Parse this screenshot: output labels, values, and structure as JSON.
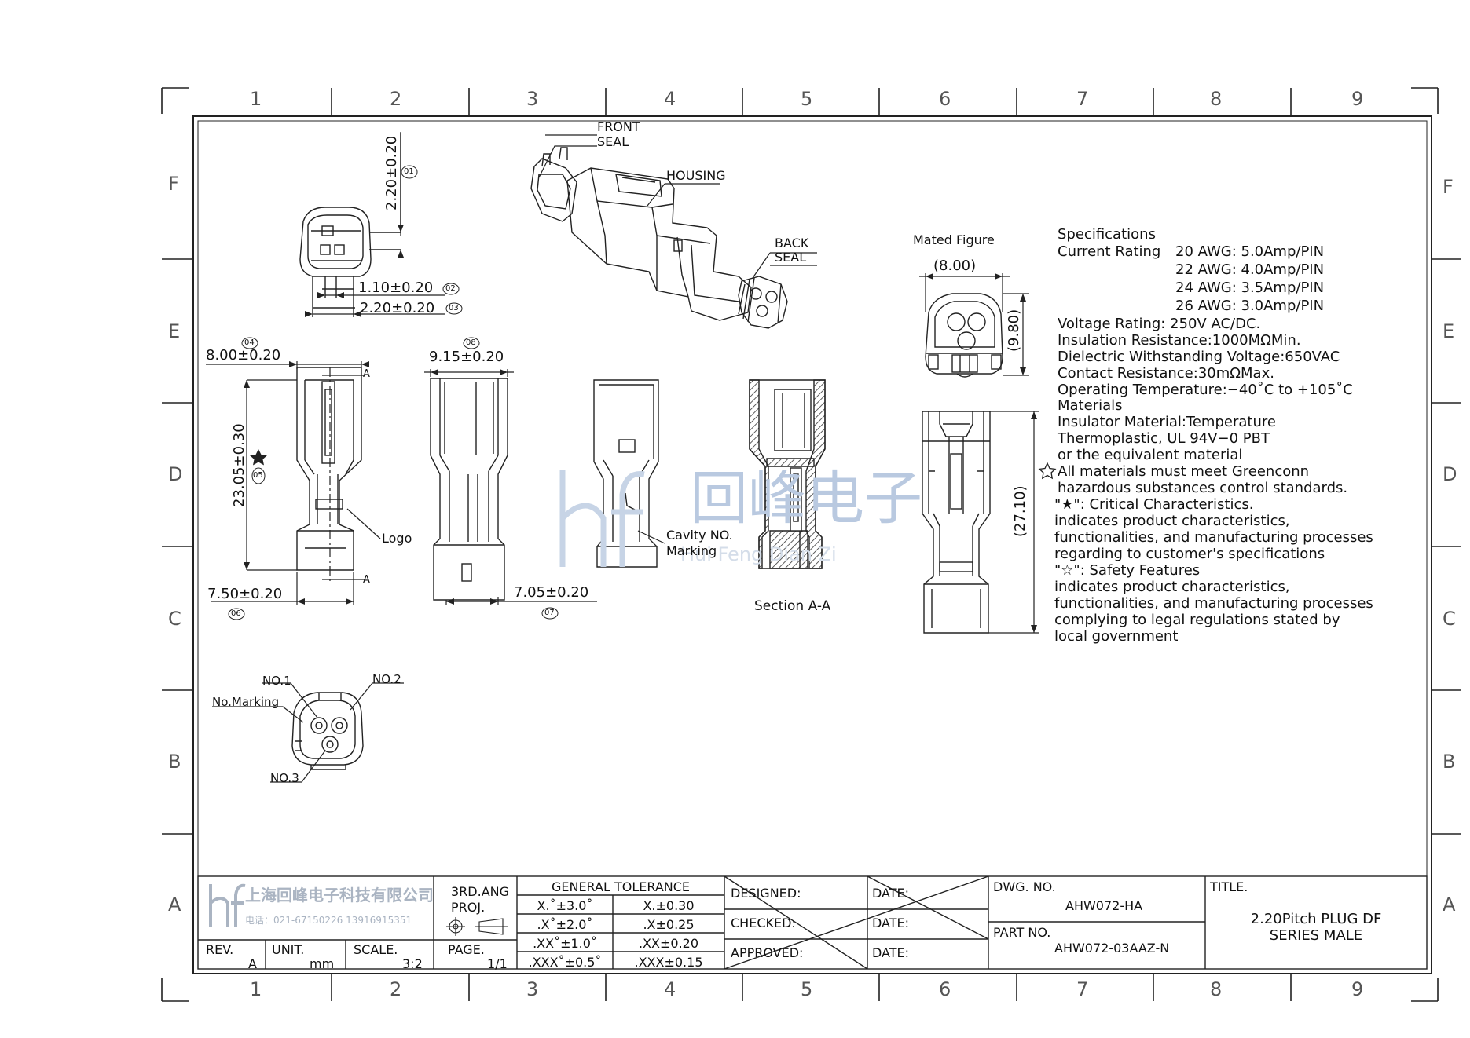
{
  "border": {
    "cols": [
      "1",
      "2",
      "3",
      "4",
      "5",
      "6",
      "7",
      "8",
      "9"
    ],
    "rows": [
      "F",
      "E",
      "D",
      "C",
      "B",
      "A"
    ]
  },
  "labels": {
    "front_seal_1": "FRONT",
    "front_seal_2": "SEAL",
    "housing": "HOUSING",
    "back_seal_1": "BACK",
    "back_seal_2": "SEAL",
    "logo": "Logo",
    "cavity_1": "Cavity NO.",
    "cavity_2": "Marking",
    "section": "Section A-A",
    "mated_figure": "Mated Figure",
    "no1": "NO.1",
    "no2": "NO.2",
    "no3": "NO.3",
    "no_marking": "No.Marking",
    "section_a": "A"
  },
  "dimensions": {
    "d01": "2.20±0.20",
    "d02": "1.10±0.20",
    "d03": "2.20±0.20",
    "d04": "8.00±0.20",
    "d05": "23.05±0.30",
    "d06": "7.50±0.20",
    "d07": "7.05±0.20",
    "d08": "9.15±0.20",
    "mated_w": "(8.00)",
    "mated_h": "(9.80)",
    "mated_len": "(27.10)",
    "b01": "01",
    "b02": "02",
    "b03": "03",
    "b04": "04",
    "b05": "05",
    "b06": "06",
    "b07": "07",
    "b08": "08"
  },
  "specs": {
    "title": "Specifications",
    "current_label": "Current Rating",
    "current": [
      "20 AWG: 5.0Amp/PIN",
      "22 AWG: 4.0Amp/PIN",
      "24 AWG: 3.5Amp/PIN",
      "26 AWG: 3.0Amp/PIN"
    ],
    "voltage": "Voltage Rating: 250V AC/DC.",
    "insulation": "Insulation Resistance:1000MΩMin.",
    "dielectric": "Dielectric Withstanding Voltage:650VAC",
    "contact": "Contact Resistance:30mΩMax.",
    "operating": "Operating Temperature:−40˚C to +105˚C",
    "materials": "Materials",
    "insulator_1": "Insulator Material:Temperature",
    "insulator_2": "Thermoplastic, UL 94V−0 PBT",
    "insulator_3": "or the equivalent material",
    "all_1": "All materials must meet Greenconn",
    "all_2": "hazardous substances control standards.",
    "crit_title": "\"★\": Critical Characteristics.",
    "crit_1": "indicates product characteristics,",
    "crit_2": "functionalities, and manufacturing processes",
    "crit_3": "regarding to customer's specifications",
    "safety_title": "\"☆\": Safety Features",
    "safety_1": "indicates product characteristics,",
    "safety_2": "functionalities, and manufacturing processes",
    "safety_3": "complying to legal regulations stated by",
    "safety_4": "local government"
  },
  "watermark": {
    "cn": "回峰电子",
    "en": "Hui Feng Dian Zi"
  },
  "title_block": {
    "company_cn": "上海回峰电子科技有限公司",
    "company_tel": "电话：021-67150226  13916915351",
    "rev_label": "REV.",
    "rev": "A",
    "unit_label": "UNIT.",
    "unit": "mm",
    "scale_label": "SCALE.",
    "scale": "3:2",
    "proj_1": "3RD.ANG",
    "proj_2": "PROJ.",
    "page_label": "PAGE.",
    "page": "1/1",
    "tol_title": "GENERAL TOLERANCE",
    "tol_angle": [
      "X.˚±3.0˚",
      ".X˚±2.0˚",
      ".XX˚±1.0˚",
      ".XXX˚±0.5˚"
    ],
    "tol_lin": [
      "X.±0.30",
      ".X±0.25",
      ".XX±0.20",
      ".XXX±0.15"
    ],
    "designed": "DESIGNED:",
    "checked": "CHECKED:",
    "approved": "APPROVED:",
    "date": "DATE:",
    "dwg_label": "DWG. NO.",
    "dwg": "AHW072-HA",
    "part_label": "PART NO.",
    "part": "AHW072-03AAZ-N",
    "title_label": "TITLE.",
    "title_1": "2.20Pitch PLUG DF",
    "title_2": "SERIES MALE"
  }
}
